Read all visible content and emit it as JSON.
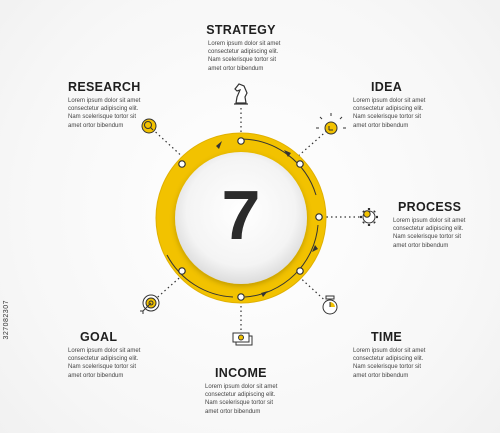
{
  "center_number": "7",
  "watermark": "327082307",
  "colors": {
    "accent": "#f2c200",
    "accent_dark": "#d9a900",
    "text": "#2b2b2b",
    "icon": "#333333"
  },
  "body_lines": [
    "Lorem ipsum dolor sit amet",
    "consectetur adipiscing elit.",
    "Nam scelerisque tortor sit",
    "amet ortor bibendum"
  ],
  "steps": [
    {
      "title": "STRATEGY",
      "icon": "chess-knight-icon"
    },
    {
      "title": "IDEA",
      "icon": "lightbulb-icon"
    },
    {
      "title": "PROCESS",
      "icon": "gear-icon"
    },
    {
      "title": "TIME",
      "icon": "stopwatch-icon"
    },
    {
      "title": "INCOME",
      "icon": "money-icon"
    },
    {
      "title": "GOAL",
      "icon": "target-icon"
    },
    {
      "title": "RESEARCH",
      "icon": "magnifier-icon"
    }
  ]
}
